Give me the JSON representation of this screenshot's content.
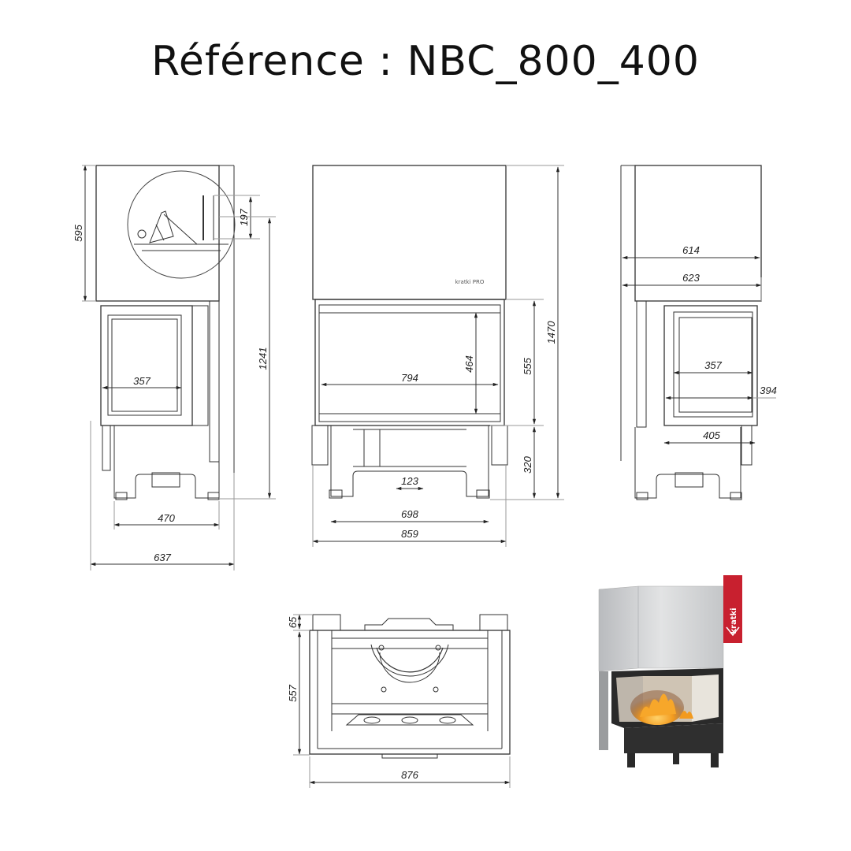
{
  "title": "Référence : NBC_800_400",
  "side_view_left": {
    "dims": {
      "top_height": "595",
      "detail_height": "197",
      "total_height": "1241",
      "glass_width": "357",
      "leg_span": "470",
      "depth": "637"
    }
  },
  "front_view": {
    "badge_text": "kratki PRO",
    "dims": {
      "total_height": "1470",
      "opening_height": "555",
      "glass_height": "464",
      "glass_width": "794",
      "base_height": "320",
      "outlet_width": "123",
      "leg_span": "698",
      "width": "859"
    }
  },
  "side_view_right": {
    "dims": {
      "hood_inner": "614",
      "hood_outer": "623",
      "glass_width": "357",
      "frame_width": "394",
      "base_width": "405"
    }
  },
  "top_view": {
    "dims": {
      "rear_offset": "65",
      "depth": "557",
      "width": "876"
    }
  },
  "product_photo": {
    "brand_tag": "kratki",
    "colors": {
      "brand_red": "#c8202f",
      "steel": "#c9cbcd",
      "body": "#2a2a2a",
      "flame": "#f29a1e"
    }
  }
}
